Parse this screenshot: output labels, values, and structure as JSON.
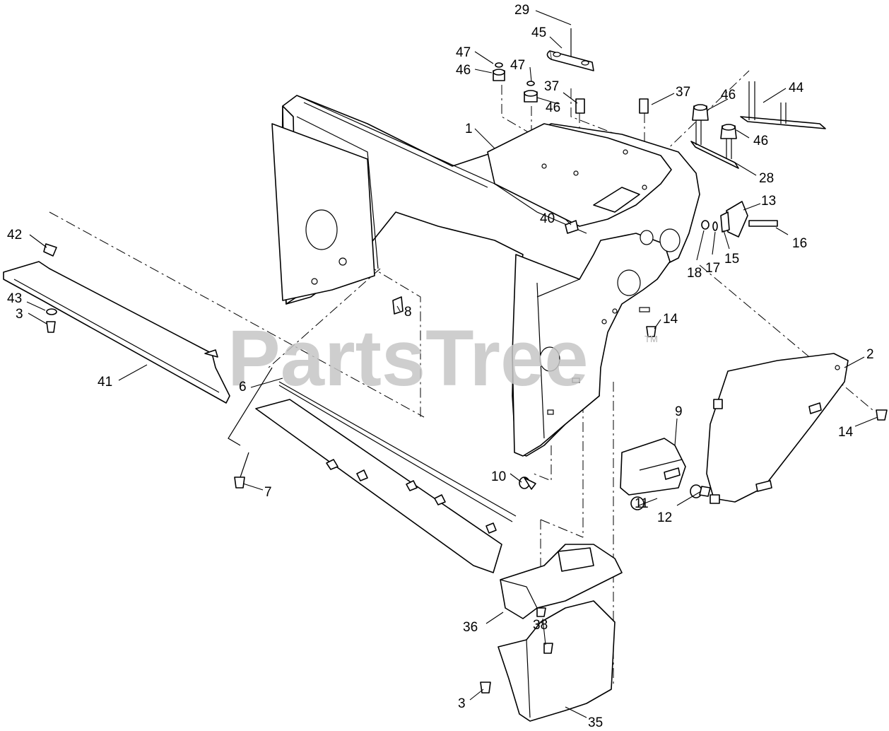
{
  "watermark": {
    "text": "PartsTree",
    "trademark": "TM"
  },
  "callouts": {
    "c29": "29",
    "c45": "45",
    "c47a": "47",
    "c46a": "46",
    "c47b": "47",
    "c37a": "37",
    "c46b": "46",
    "c37b": "37",
    "c46c": "46",
    "c44": "44",
    "c46d": "46",
    "c28": "28",
    "c1": "1",
    "c40": "40",
    "c13": "13",
    "c16": "16",
    "c18": "18",
    "c17": "17",
    "c15": "15",
    "c42": "42",
    "c43": "43",
    "c3a": "3",
    "c8": "8",
    "c14a": "14",
    "c41": "41",
    "c6": "6",
    "c2": "2",
    "c14b": "14",
    "c9": "9",
    "c10": "10",
    "c7": "7",
    "c11": "11",
    "c12": "12",
    "c36": "36",
    "c38": "38",
    "c3b": "3",
    "c35": "35"
  }
}
